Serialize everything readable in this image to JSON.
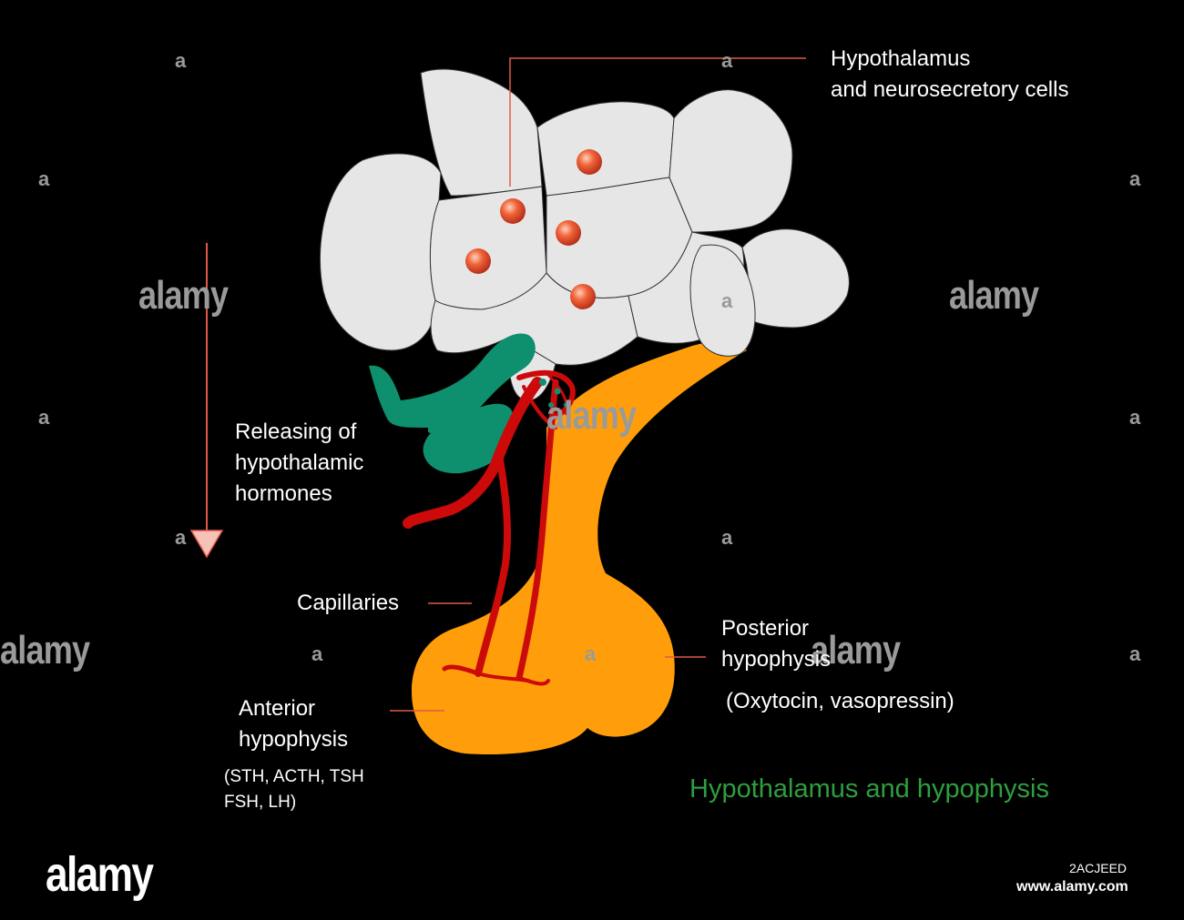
{
  "labels": {
    "hypothalamus_line1": "Hypothalamus",
    "hypothalamus_line2": "and neurosecretory cells",
    "releasing_line1": "Releasing of",
    "releasing_line2": "hypothalamic",
    "releasing_line3": "hormones",
    "capillaries": "Capillaries",
    "posterior_line1": "Posterior",
    "posterior_line2": "hypophysis",
    "posterior_hormones": "(Oxytocin, vasopressin)",
    "anterior_line1": "Anterior",
    "anterior_line2": "hypophysis",
    "anterior_hormones_line1": "(STH, ACTH, TSH",
    "anterior_hormones_line2": "FSH, LH)"
  },
  "title": "Hypothalamus and hypophysis",
  "watermark": {
    "word": "alamy",
    "letter": "a",
    "image_id": "2ACJEED",
    "url": "www.alamy.com"
  },
  "colors": {
    "background": "#000000",
    "brain": "#e6e6e6",
    "anterior_tract": "#0e8f6e",
    "posterior_gland": "#ff9e0a",
    "capillaries": "#cc0a0a",
    "neuron_cells": "#f0633a",
    "leader_lines": "#e05a45",
    "title": "#2e9e3e"
  }
}
